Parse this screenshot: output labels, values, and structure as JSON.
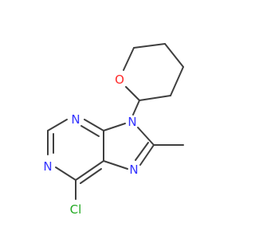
{
  "diagram": {
    "type": "chemical-structure",
    "colors": {
      "bond": "#3f3f3f",
      "nitrogen": "#3333ff",
      "oxygen": "#ff2a2a",
      "chlorine": "#22aa22"
    },
    "atoms": {
      "ring_oxygen": "O",
      "n9": "N",
      "n3": "N",
      "n1": "N",
      "n7": "N",
      "chlorine": "Cl"
    }
  }
}
